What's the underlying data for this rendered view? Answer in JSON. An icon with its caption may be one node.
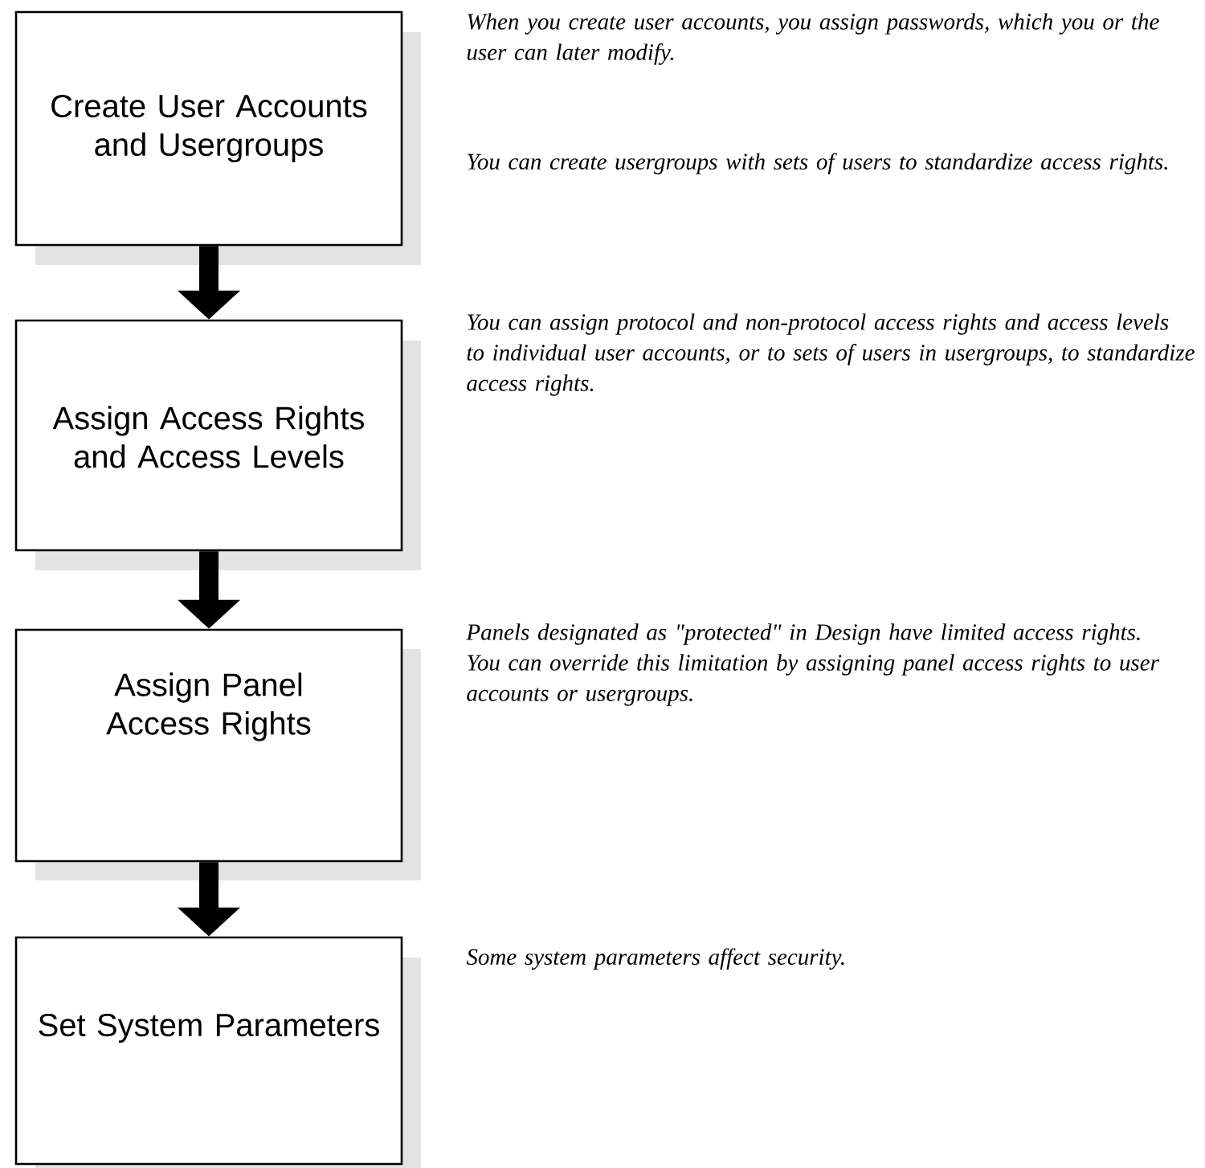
{
  "diagram": {
    "nodes": [
      {
        "text": [
          "Create User Accounts and Usergroups"
        ],
        "beside": [
          "When you create user accounts, you assign passwords, which you or the user can later modify.",
          "You can create usergroups with sets of users to standardize access rights."
        ]
      },
      {
        "text": [
          "Assign Access Rights and Access Levels"
        ],
        "beside": [
          "You can assign protocol and non-protocol access rights and access levels to individual user accounts, or to sets of users in usergroups, to standardize access rights."
        ]
      },
      {
        "text": [
          "Assign Panel Access Rights"
        ],
        "beside": [
          "Panels designated as \"protected\" in Design have limited access rights. You can override this limitation by assigning panel access rights to user accounts or usergroups."
        ]
      },
      {
        "text": [
          "Set System Parameters"
        ],
        "beside": [
          "Some system parameters affect security."
        ]
      }
    ],
    "edges": [
      {
        "from": 0,
        "to": 1,
        "arrow": "to"
      },
      {
        "from": 1,
        "to": 2,
        "arrow": "to"
      },
      {
        "from": 2,
        "to": 3,
        "arrow": "to"
      }
    ]
  }
}
